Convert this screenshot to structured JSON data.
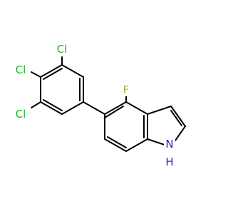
{
  "molecule": {
    "atoms": {
      "cl1": {
        "symbol": "Cl",
        "color": "#1fb51f"
      },
      "cl2": {
        "symbol": "Cl",
        "color": "#1fb51f"
      },
      "cl3": {
        "symbol": "Cl",
        "color": "#1fb51f"
      },
      "f": {
        "symbol": "F",
        "color": "#8fbf3f"
      },
      "nh": {
        "symbol": "H",
        "color": "#2222cc"
      },
      "n": {
        "symbol": "N",
        "color": "#2222cc"
      }
    }
  }
}
